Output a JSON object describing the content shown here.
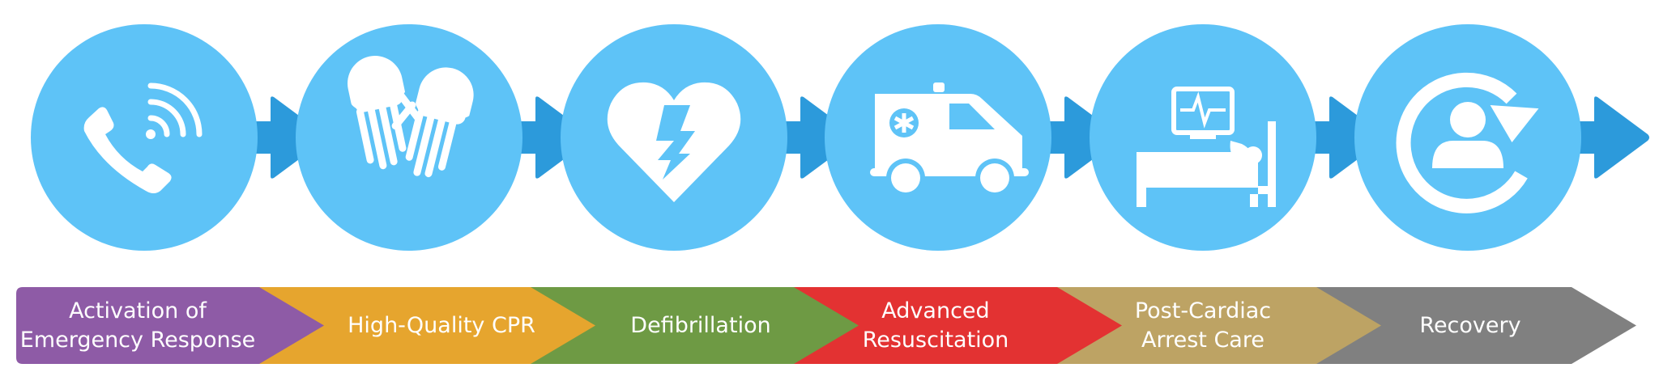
{
  "steps": [
    {
      "icon": "phone-icon",
      "label": "Activation of\nEmergency Response",
      "color": "#8E5BA6"
    },
    {
      "icon": "hands-icon",
      "label": "High-Quality CPR",
      "color": "#E6A52E"
    },
    {
      "icon": "defibrillator-heart-icon",
      "label": "Defibrillation",
      "color": "#6E9A44"
    },
    {
      "icon": "ambulance-icon",
      "label": "Advanced\nResuscitation",
      "color": "#E33232"
    },
    {
      "icon": "hospital-bed-monitor-icon",
      "label": "Post-Cardiac\nArrest Care",
      "color": "#BDA364"
    },
    {
      "icon": "recovery-person-icon",
      "label": "Recovery",
      "color": "#808080"
    }
  ],
  "colors": {
    "circle": "#5EC3F7",
    "connector": "#2C9ADB",
    "icon": "#ffffff"
  }
}
